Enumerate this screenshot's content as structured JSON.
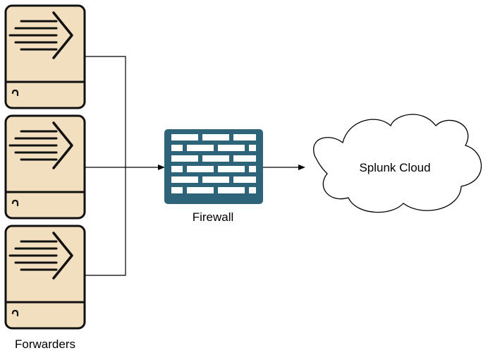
{
  "diagram": {
    "forwarders_label": "Forwarders",
    "firewall_label": "Firewall",
    "cloud_label": "Splunk Cloud"
  },
  "icons": {
    "forwarder": "forwarder-server-icon",
    "firewall": "firewall-brick-icon",
    "cloud": "cloud-icon"
  },
  "colors": {
    "server_fill": "#f2dfbf",
    "server_stroke": "#111111",
    "firewall_fill": "#2e6479",
    "firewall_brick": "#ffffff",
    "connector": "#000000"
  }
}
